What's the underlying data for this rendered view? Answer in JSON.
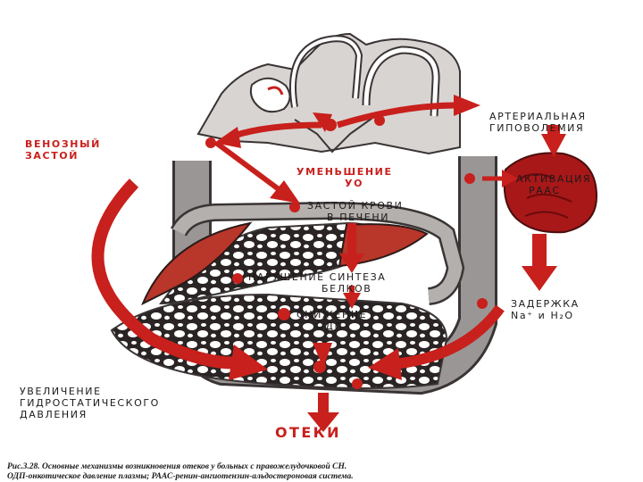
{
  "labels": {
    "venous": [
      "ВЕНОЗНЫЙ",
      "ЗАСТОЙ"
    ],
    "reduced_uo": [
      "УМЕНЬШЕНИЕ",
      "УО"
    ],
    "arterial": [
      "АРТЕРИАЛЬНАЯ",
      "ГИПОВОЛЕМИЯ"
    ],
    "raas": [
      "АКТИВАЦИЯ",
      "РААС"
    ],
    "liver": [
      "ЗАСТОЙ КРОВИ",
      "В ПЕЧЕНИ"
    ],
    "protein": [
      "НАРУШЕНИЕ СИНТЕЗА",
      "БЕЛКОВ"
    ],
    "odp": [
      "СНИЖЕНИЕ",
      "ОДП"
    ],
    "retention": [
      "ЗАДЕРЖКА",
      "Na⁺ и H₂O"
    ],
    "hydro": [
      "УВЕЛИЧЕНИЕ",
      "ГИДРОСТАТИЧЕСКОГО",
      "ДАВЛЕНИЯ"
    ],
    "edema": "ОТЕКИ"
  },
  "caption": [
    "Рис.3.28. Основные механизмы возникновения отеков у больных с правожелудочковой СН.",
    "ОДП-онкотическое давление плазмы; РААС-ренин-ангиотензин-альдостероновая система."
  ],
  "colors": {
    "arrow": "#c8201c",
    "vessel": "#9a9696",
    "vessel_edge": "#3a3434",
    "text": "#1e1a1a"
  }
}
